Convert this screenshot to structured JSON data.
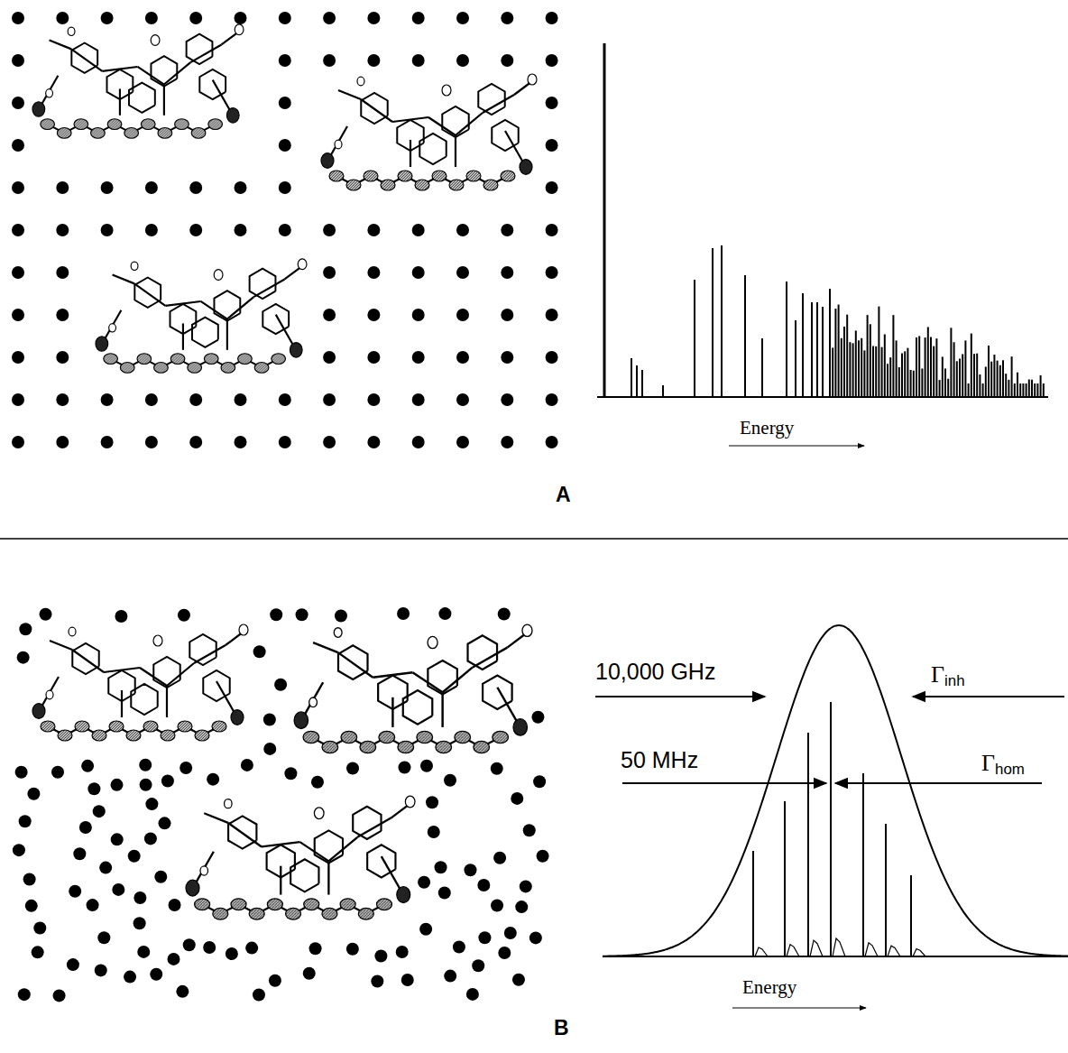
{
  "diagram": {
    "labels": [
      "Energy",
      "A",
      "10,000 GHz",
      "Γinh",
      "50 MHz",
      "Γhom",
      "Energy",
      "B"
    ]
  }
}
